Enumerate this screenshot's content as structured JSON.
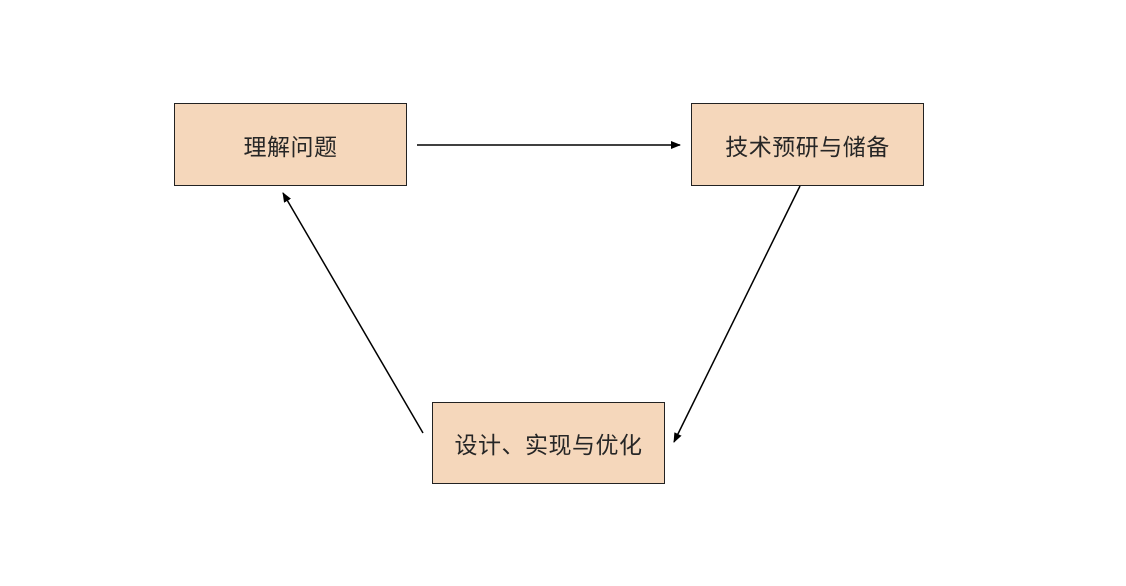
{
  "colors": {
    "node_fill": "#f5d7bb",
    "node_border": "#222222",
    "text": "#262626",
    "arrow": "#000000"
  },
  "nodes": [
    {
      "id": "understand",
      "label": "理解问题"
    },
    {
      "id": "research",
      "label": "技术预研与储备"
    },
    {
      "id": "design",
      "label": "设计、实现与优化"
    }
  ],
  "edges": [
    {
      "from": "understand",
      "to": "research"
    },
    {
      "from": "research",
      "to": "design"
    },
    {
      "from": "design",
      "to": "understand"
    }
  ]
}
